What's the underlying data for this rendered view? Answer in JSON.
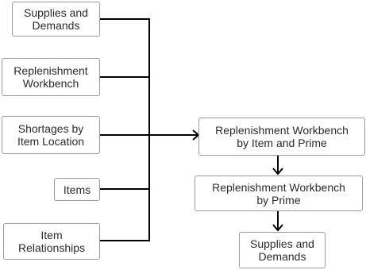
{
  "diagram": {
    "sources": [
      {
        "id": "supplies-demands-src",
        "label": "Supplies and\nDemands"
      },
      {
        "id": "replenishment-workbench",
        "label": "Replenishment\nWorkbench"
      },
      {
        "id": "shortages-item-location",
        "label": "Shortages by\nItem Location"
      },
      {
        "id": "items",
        "label": "Items"
      },
      {
        "id": "item-relationships",
        "label": "Item\nRelationships"
      }
    ],
    "targets": [
      {
        "id": "rw-item-prime",
        "label": "Replenishment Workbench\nby Item and Prime"
      },
      {
        "id": "rw-prime",
        "label": "Replenishment Workbench\nby Prime"
      },
      {
        "id": "supplies-demands-dst",
        "label": "Supplies and\nDemands"
      }
    ],
    "connections": [
      {
        "from": "supplies-demands-src",
        "to": "rw-item-prime"
      },
      {
        "from": "replenishment-workbench",
        "to": "rw-item-prime"
      },
      {
        "from": "shortages-item-location",
        "to": "rw-item-prime"
      },
      {
        "from": "items",
        "to": "rw-item-prime"
      },
      {
        "from": "item-relationships",
        "to": "rw-item-prime"
      },
      {
        "from": "rw-item-prime",
        "to": "rw-prime"
      },
      {
        "from": "rw-prime",
        "to": "supplies-demands-dst"
      }
    ],
    "colors": {
      "line": "#000000",
      "box_border": "#9a9a9a",
      "text": "#2b2b2b"
    }
  }
}
